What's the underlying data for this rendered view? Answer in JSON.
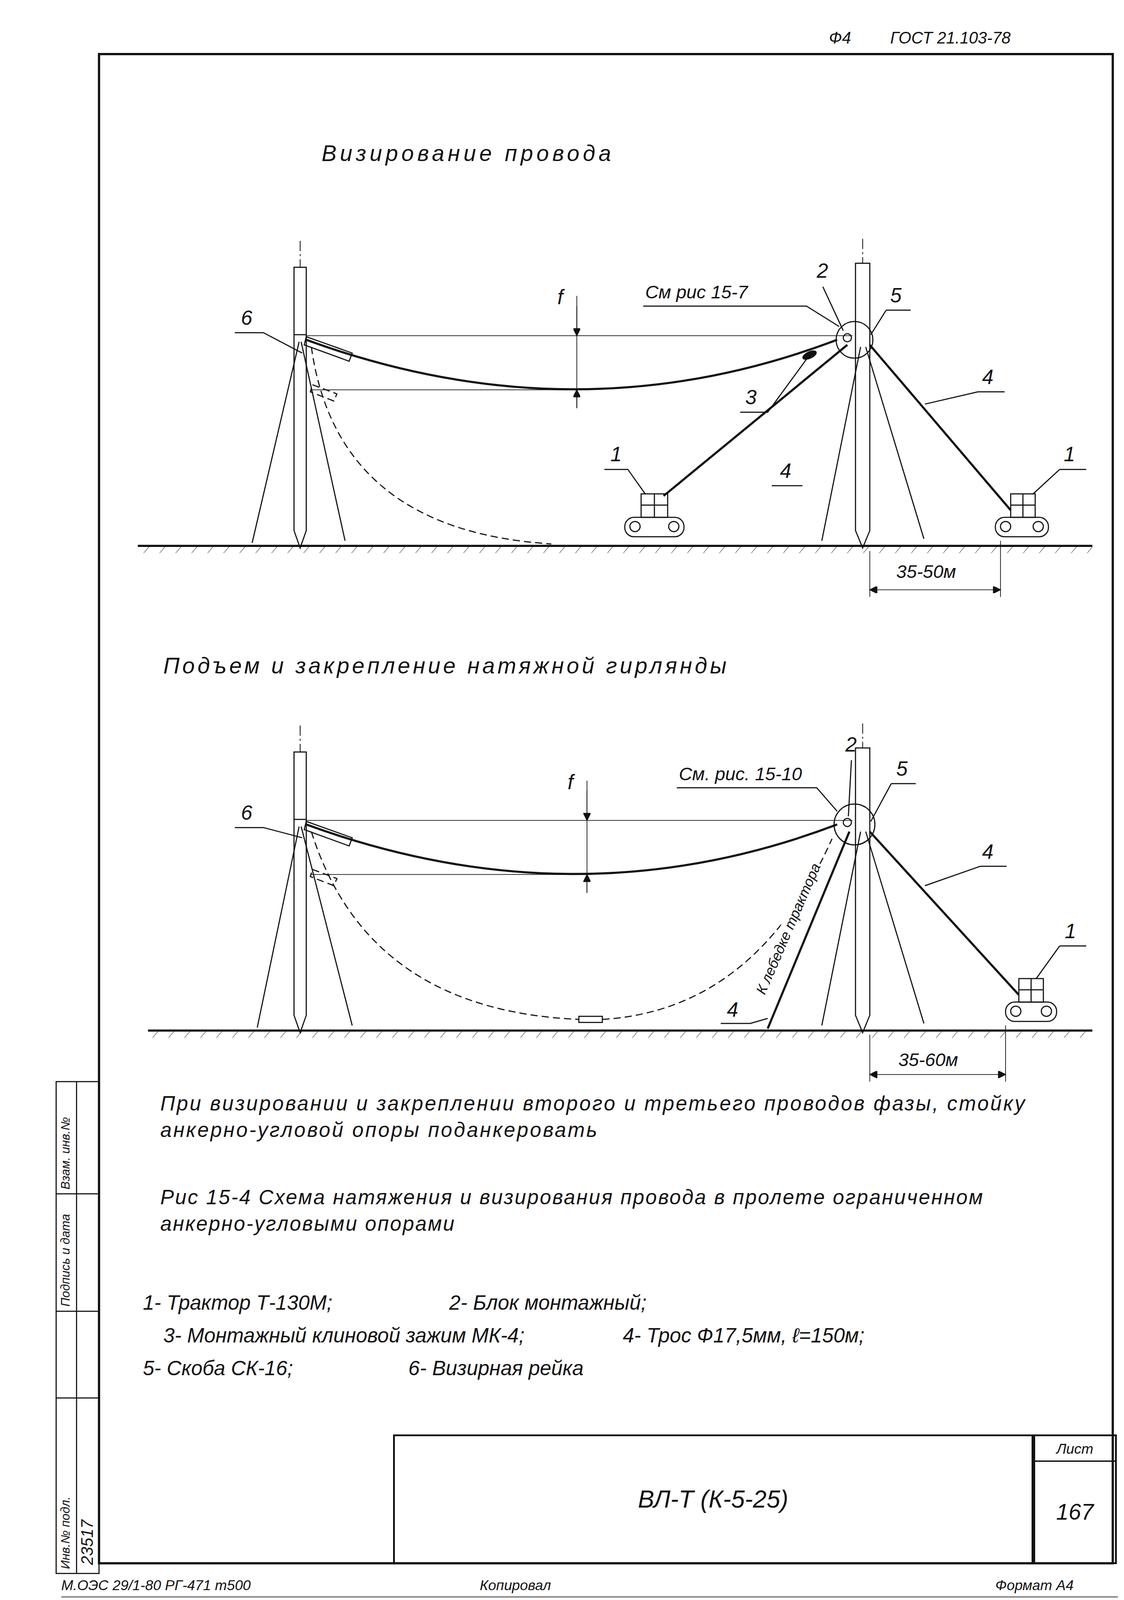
{
  "diagram": {
    "caption": "Рис 15-4 Схема натяжения и визирования провода в пролете ограниченном анкерно-угловыми опорами",
    "nodes": [
      {
        "text": [
          "ВЛ-Т (К-5-25)"
        ]
      },
      {
        "text": [
          "Лист",
          "167"
        ]
      }
    ],
    "labels": [
      "Ф4",
      "ГОСТ 21.103-78",
      "Визирование провода",
      "6",
      "f",
      "См рис 15-7",
      "2",
      "5",
      "3",
      "4",
      "1",
      "4",
      "1",
      "35-50м",
      "Подъем и закрепление натяжной гирлянды",
      "6",
      "f",
      "См. рис. 15-10",
      "2",
      "5",
      "4",
      "1",
      "К лебедке трактора",
      "4",
      "35-60м",
      "При визировании и закреплении второго и третьего проводов фазы, стойку анкерно-угловой опоры поданкеровать",
      "1- Трактор Т-130М;",
      "2- Блок монтажный;",
      "3- Монтажный клиновой зажим МК-4;",
      "4- Трос Ф17,5мм, ℓ=150м;",
      "5- Скоба СК-16;",
      "6- Визирная рейка",
      "Взам. инв.№",
      "Подпись и дата",
      "Инв.№ подл.",
      "23517",
      "М.ОЭС 29/1-80 РГ-471 т500",
      "Копировал",
      "Формат А4"
    ]
  }
}
